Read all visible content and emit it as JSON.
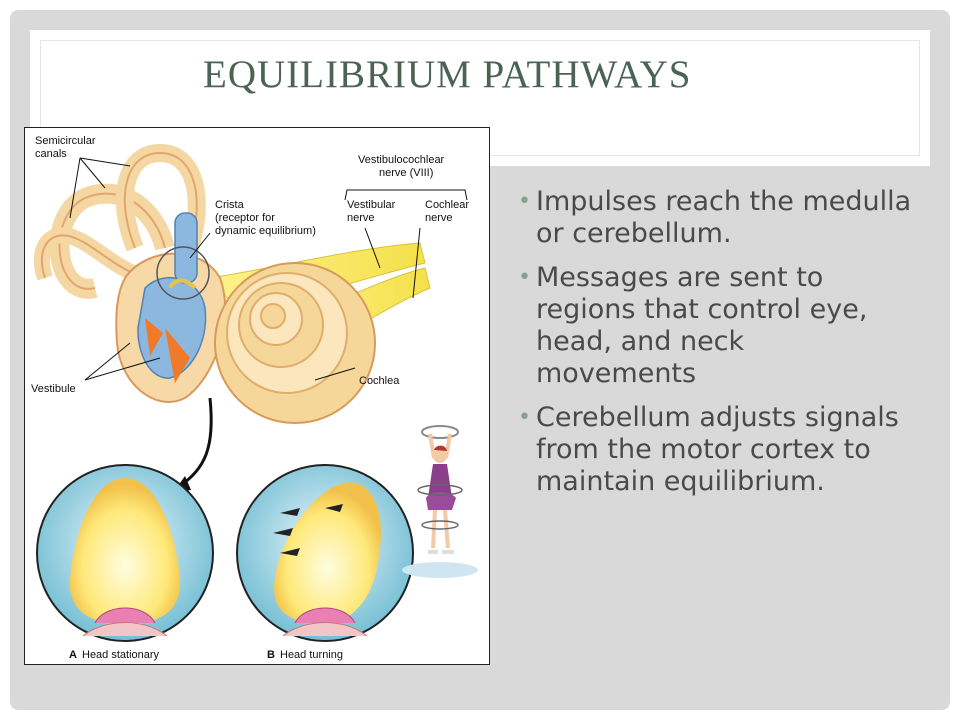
{
  "slide": {
    "title": "EQUILIBRIUM PATHWAYS"
  },
  "bullets": [
    {
      "text": "Impulses reach the medulla or cerebellum."
    },
    {
      "text": "Messages are sent to regions that  control eye, head, and neck movements"
    },
    {
      "text": "Cerebellum adjusts signals from the motor cortex to maintain equilibrium."
    }
  ],
  "figure": {
    "labels": {
      "semicircular": "Semicircular",
      "canals": "canals",
      "vestibulocochlear": "Vestibulocochlear",
      "nerve_viii": "nerve (VIII)",
      "crista": "Crista",
      "receptor_for": "(receptor for",
      "dynamic": "dynamic equilibrium)",
      "vestibular": "Vestibular",
      "vestibular_nerve": "nerve",
      "cochlear": "Cochlear",
      "cochlear_nerve": "nerve",
      "vestibule": "Vestibule",
      "cochlea": "Cochlea",
      "a_letter": "A",
      "a_caption": "Head stationary",
      "b_letter": "B",
      "b_caption": "Head turning"
    }
  },
  "colors": {
    "title": "#4a6355",
    "bullet_text": "#4a4a4a",
    "slide_bg": "#d9d9d9"
  }
}
